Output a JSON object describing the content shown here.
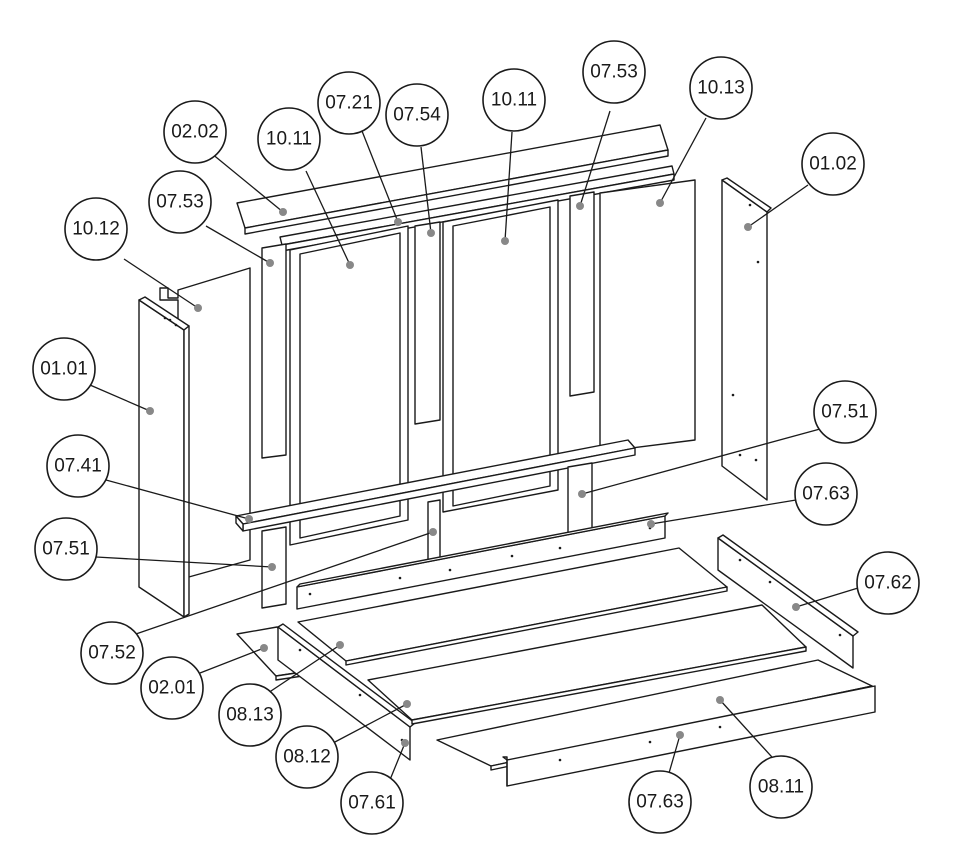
{
  "labels": [
    {
      "id": "label-02-02-top",
      "text": "02.02"
    },
    {
      "id": "label-10-11-left",
      "text": "10.11"
    },
    {
      "id": "label-07-21",
      "text": "07.21"
    },
    {
      "id": "label-07-54",
      "text": "07.54"
    },
    {
      "id": "label-10-11-center",
      "text": "10.11"
    },
    {
      "id": "label-07-53-right",
      "text": "07.53"
    },
    {
      "id": "label-10-13",
      "text": "10.13"
    },
    {
      "id": "label-01-02",
      "text": "01.02"
    },
    {
      "id": "label-07-53-left",
      "text": "07.53"
    },
    {
      "id": "label-10-12",
      "text": "10.12"
    },
    {
      "id": "label-01-01",
      "text": "01.01"
    },
    {
      "id": "label-07-51-right",
      "text": "07.51"
    },
    {
      "id": "label-07-41",
      "text": "07.41"
    },
    {
      "id": "label-07-63-upper",
      "text": "07.63"
    },
    {
      "id": "label-07-51-left",
      "text": "07.51"
    },
    {
      "id": "label-07-62",
      "text": "07.62"
    },
    {
      "id": "label-07-52",
      "text": "07.52"
    },
    {
      "id": "label-02-01",
      "text": "02.01"
    },
    {
      "id": "label-08-13",
      "text": "08.13"
    },
    {
      "id": "label-08-12",
      "text": "08.12"
    },
    {
      "id": "label-07-61",
      "text": "07.61"
    },
    {
      "id": "label-07-63-lower",
      "text": "07.63"
    },
    {
      "id": "label-08-11",
      "text": "08.11"
    }
  ]
}
